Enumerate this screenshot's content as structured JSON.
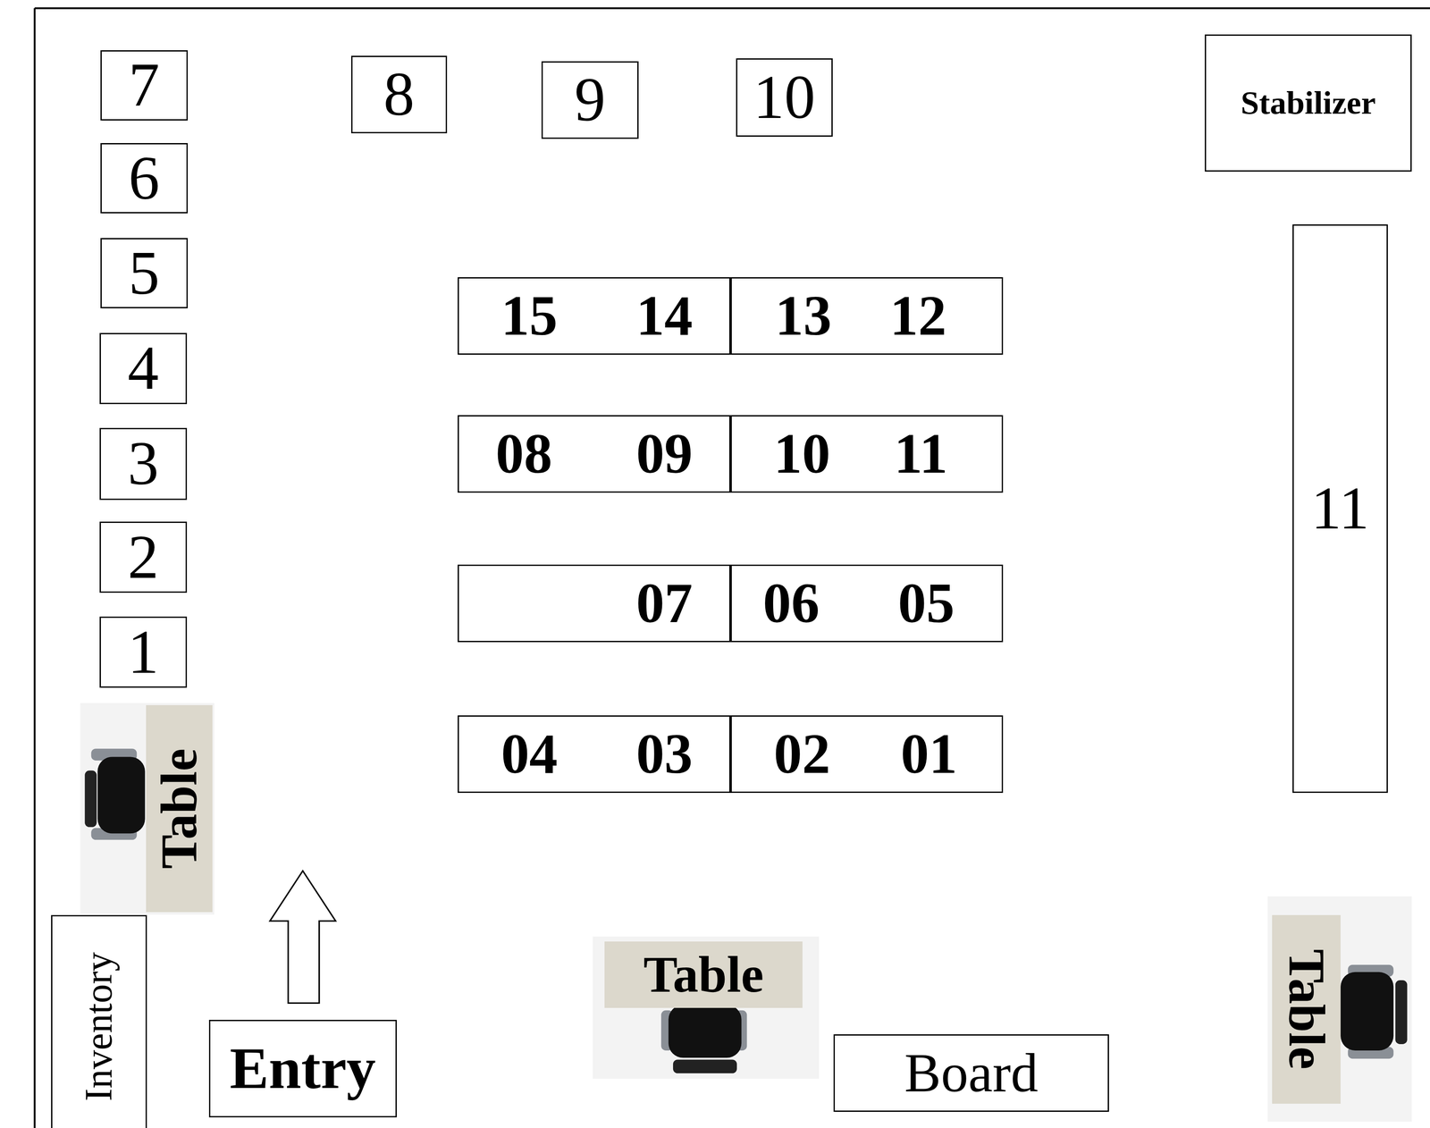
{
  "diagram": {
    "nodes": [
      {
        "text": [
          "7"
        ]
      },
      {
        "text": [
          "6"
        ]
      },
      {
        "text": [
          "5"
        ]
      },
      {
        "text": [
          "4"
        ]
      },
      {
        "text": [
          "3"
        ]
      },
      {
        "text": [
          "2"
        ]
      },
      {
        "text": [
          "1"
        ]
      },
      {
        "text": [
          "8"
        ]
      },
      {
        "text": [
          "9"
        ]
      },
      {
        "text": [
          "10"
        ]
      },
      {
        "text": [
          "Stabilizer"
        ]
      },
      {
        "text": [
          "15",
          "14"
        ]
      },
      {
        "text": [
          "13",
          "12"
        ]
      },
      {
        "text": [
          "08",
          "09"
        ]
      },
      {
        "text": [
          "10",
          "11"
        ]
      },
      {
        "text": [
          "07"
        ]
      },
      {
        "text": [
          "06",
          "05"
        ]
      },
      {
        "text": [
          "04",
          "03"
        ]
      },
      {
        "text": [
          "02",
          "01"
        ]
      },
      {
        "text": [
          "11"
        ]
      },
      {
        "text": [
          "Table"
        ]
      },
      {
        "text": [
          "Inventory"
        ]
      },
      {
        "text": [
          "Entry"
        ]
      },
      {
        "text": [
          "Table"
        ]
      },
      {
        "text": [
          "Board"
        ]
      },
      {
        "text": [
          "Table"
        ]
      }
    ],
    "edges": []
  }
}
